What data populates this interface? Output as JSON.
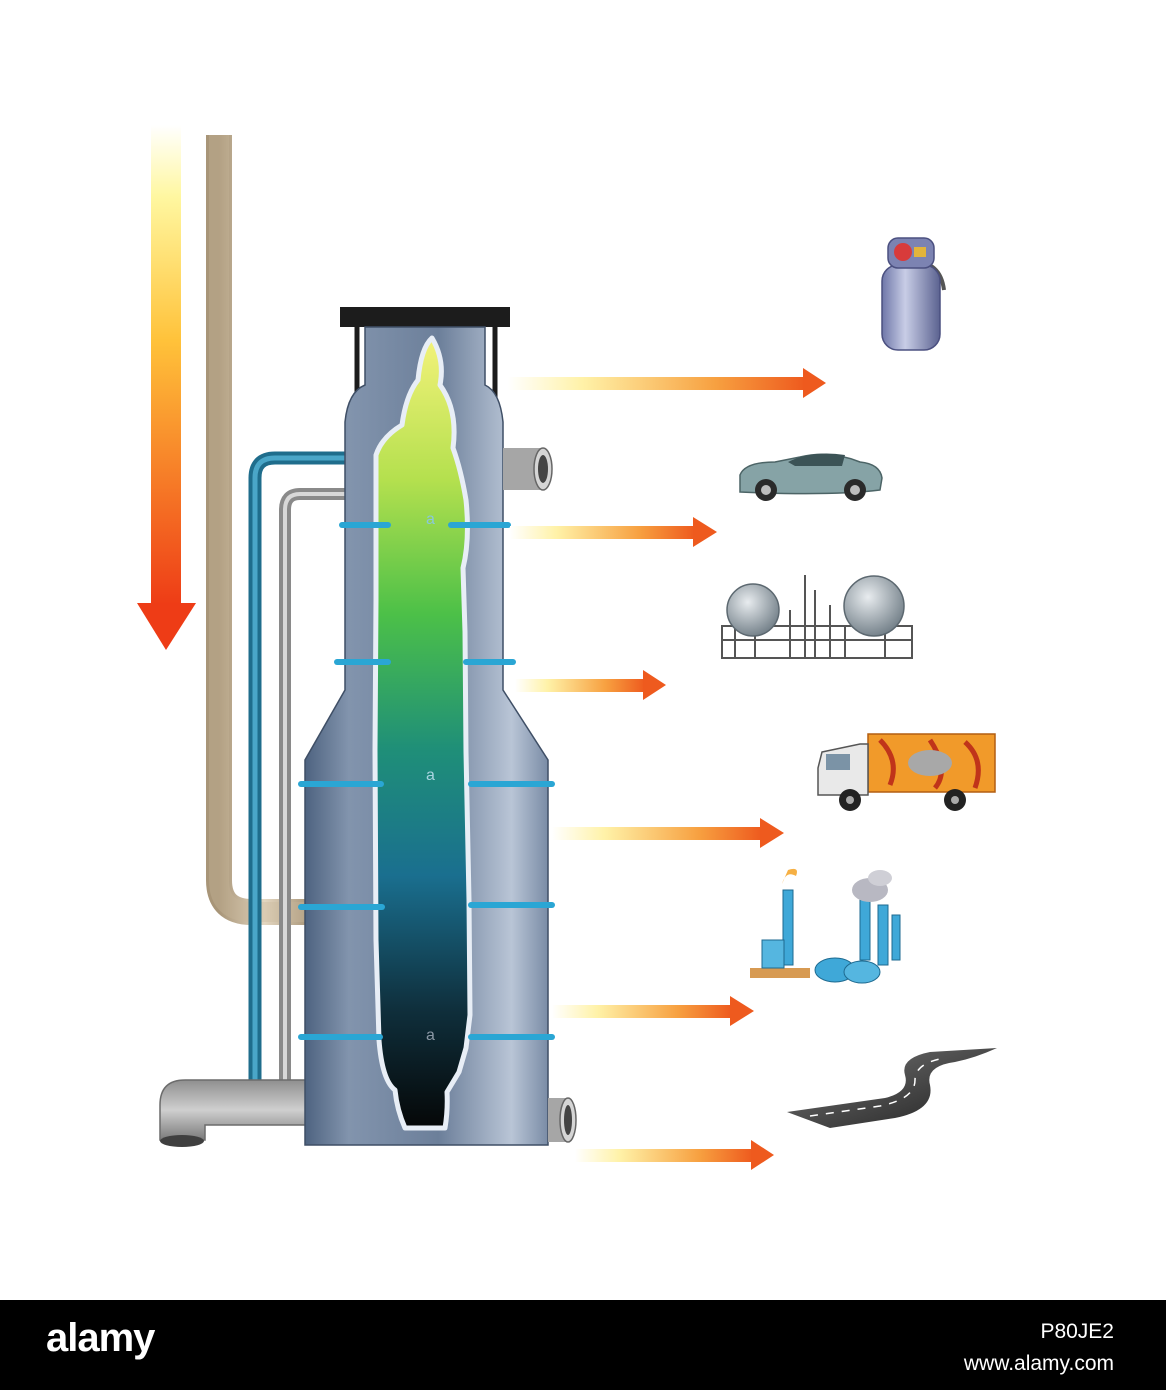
{
  "colors": {
    "column_steel": "#6a7f9a",
    "rings": "#2aa6d4",
    "arrow_hot": "#f06020",
    "arrow_cool": "#fff0a0",
    "pipe_beige": "#c9b79a",
    "pipe_blue": "#2a7fa0",
    "footer_bg": "#000000"
  },
  "icons": [
    "gas-cylinder-icon",
    "car-icon",
    "refinery-tanks-icon",
    "truck-icon",
    "factory-icon",
    "road-icon"
  ],
  "column": {
    "product_markers": [
      "a",
      "a",
      "a"
    ]
  },
  "footer": {
    "brand": "alamy",
    "image_code": "P80JE2",
    "url": "www.alamy.com"
  }
}
